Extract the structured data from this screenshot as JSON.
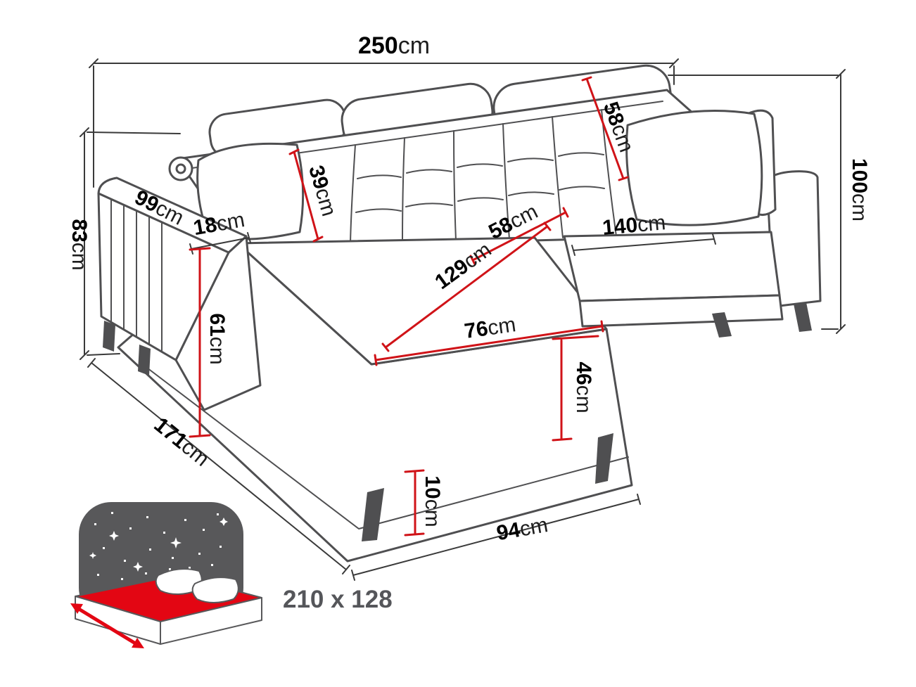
{
  "colors": {
    "outline": "#4f4f51",
    "dim": "#3a3a3a",
    "red": "#d01318",
    "icon_gray": "#58585a",
    "icon_red": "#e30613",
    "label_gray": "#55565a"
  },
  "dimensions": {
    "overall_width": {
      "value": "250",
      "unit": "cm"
    },
    "left_height": {
      "value": "83",
      "unit": "cm"
    },
    "right_height": {
      "value": "100",
      "unit": "cm"
    },
    "armrest_length": {
      "value": "99",
      "unit": "cm"
    },
    "armrest_width": {
      "value": "18",
      "unit": "cm"
    },
    "headrest": {
      "value": "39",
      "unit": "cm"
    },
    "backrest": {
      "value": "58",
      "unit": "cm"
    },
    "seat_depth": {
      "value": "58",
      "unit": "cm"
    },
    "seat_width": {
      "value": "140",
      "unit": "cm"
    },
    "chaise_length": {
      "value": "129",
      "unit": "cm"
    },
    "armrest_height": {
      "value": "61",
      "unit": "cm"
    },
    "chaise_width": {
      "value": "76",
      "unit": "cm"
    },
    "base_height": {
      "value": "46",
      "unit": "cm"
    },
    "side_length": {
      "value": "171",
      "unit": "cm"
    },
    "leg_height": {
      "value": "10",
      "unit": "cm"
    },
    "front_width": {
      "value": "94",
      "unit": "cm"
    }
  },
  "sleeping_area": {
    "icon": "bed-stars-icon",
    "label": "210 x 128"
  }
}
